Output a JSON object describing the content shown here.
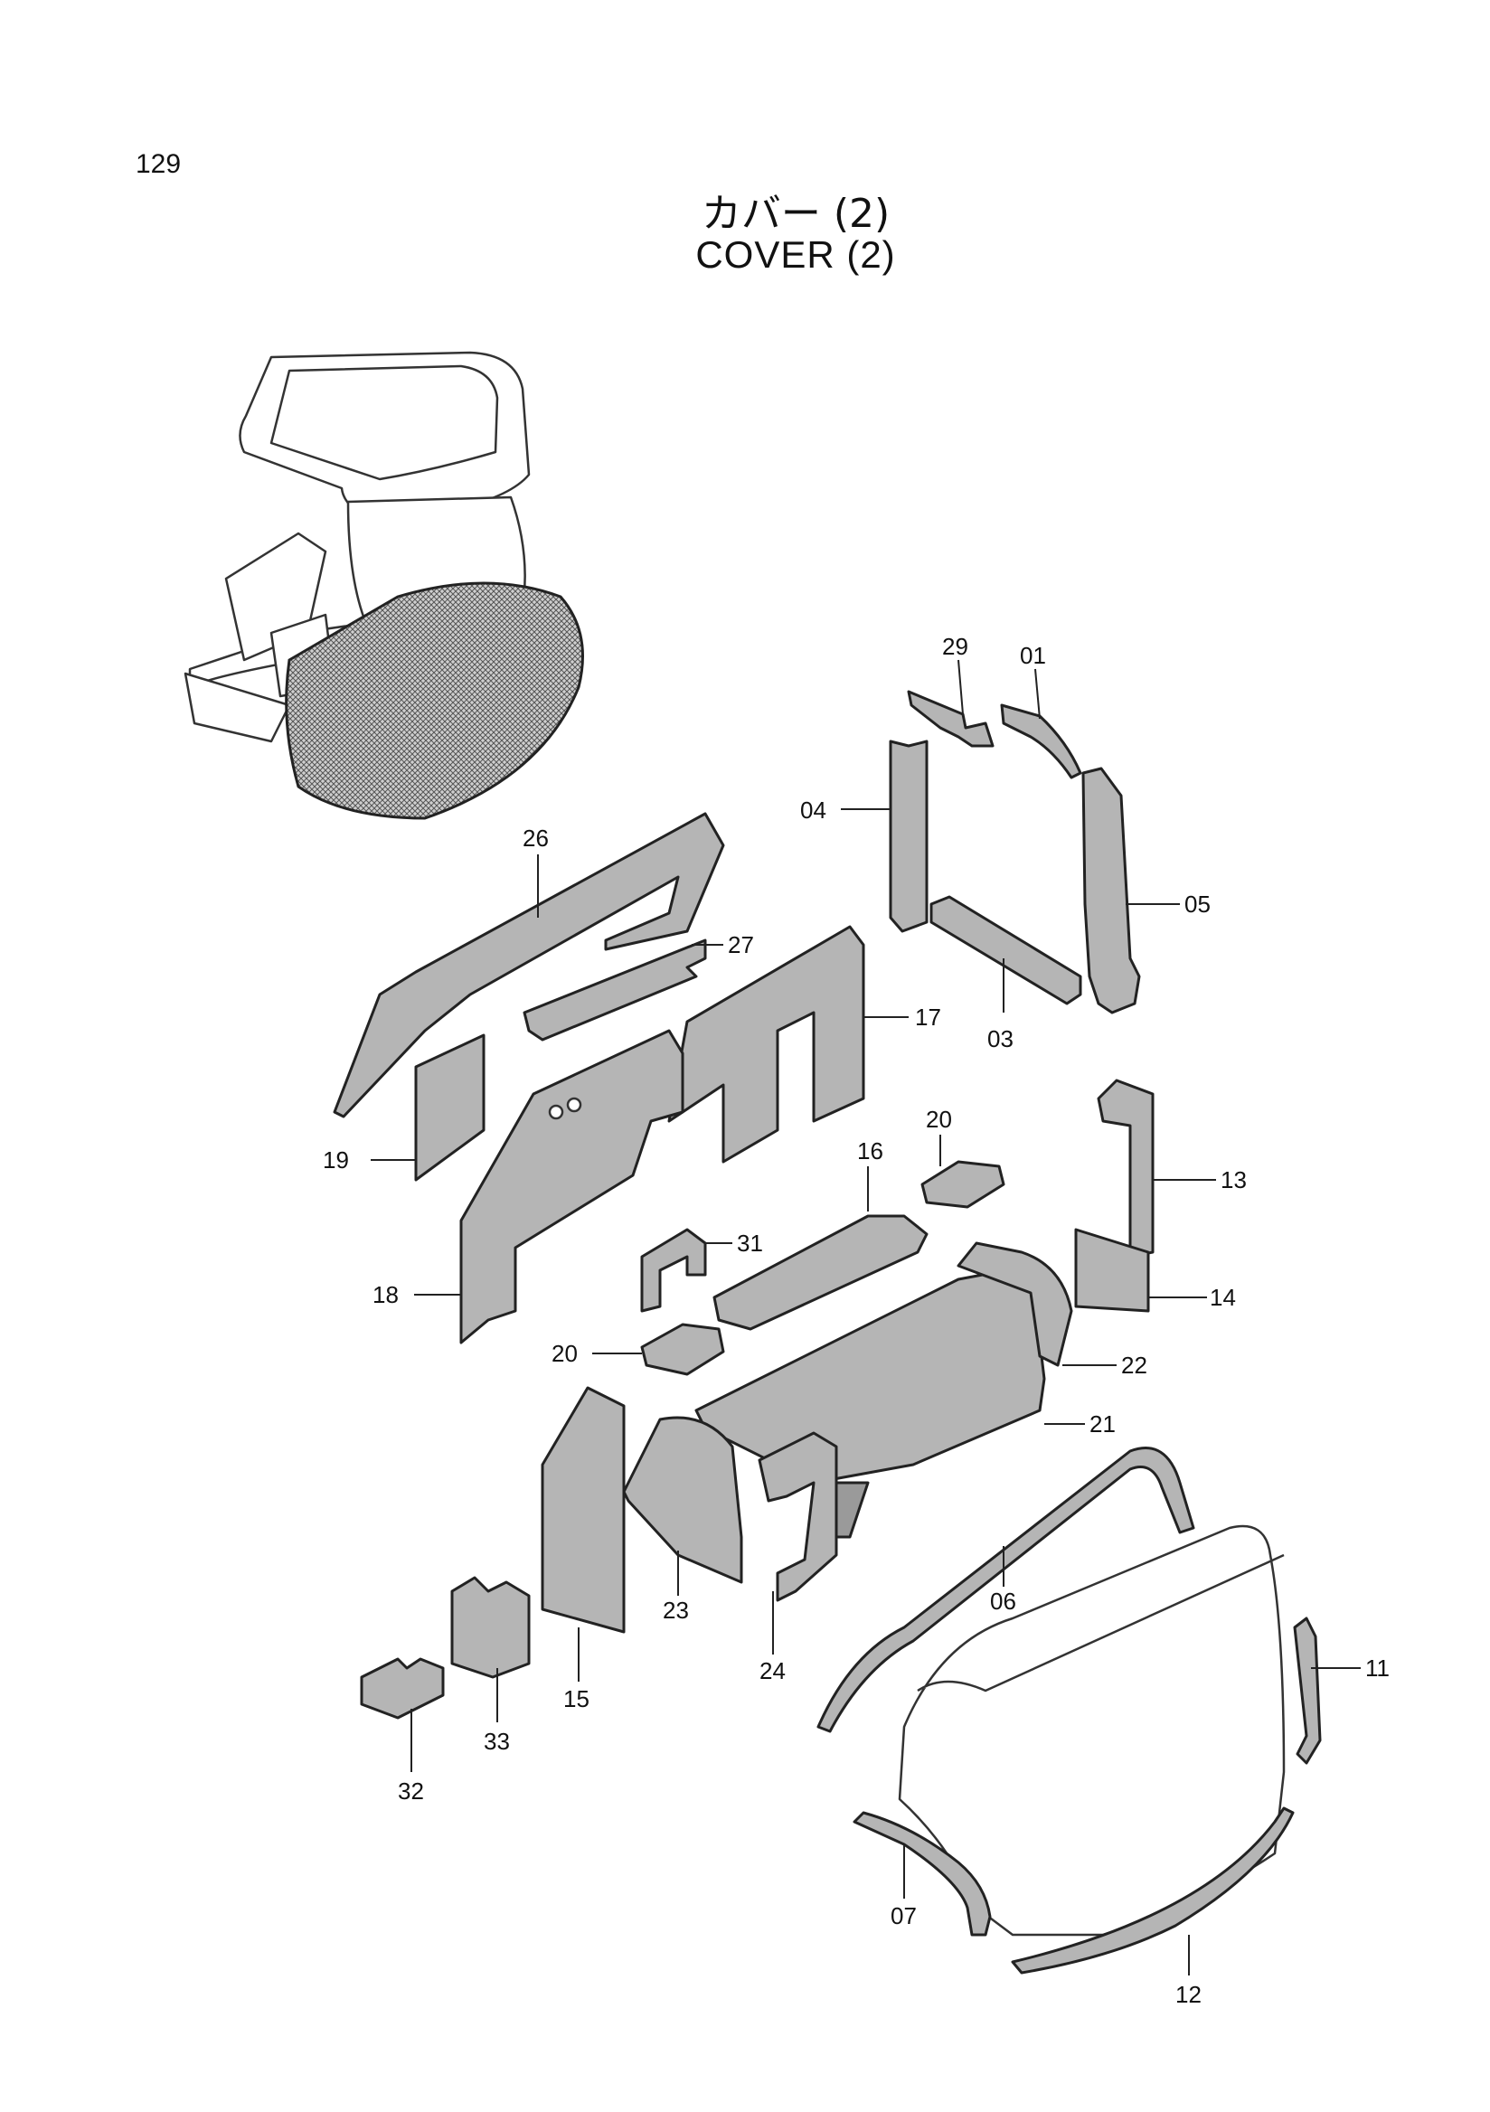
{
  "page_number": "129",
  "title_jp": "カバー (2)",
  "title_en": "COVER (2)",
  "callouts": {
    "p01": "01",
    "p03": "03",
    "p04": "04",
    "p05": "05",
    "p06": "06",
    "p07": "07",
    "p11": "11",
    "p12": "12",
    "p13": "13",
    "p14": "14",
    "p15": "15",
    "p16": "16",
    "p17": "17",
    "p18": "18",
    "p19": "19",
    "p20a": "20",
    "p20b": "20",
    "p21": "21",
    "p22": "22",
    "p23": "23",
    "p24": "24",
    "p26": "26",
    "p27": "27",
    "p29": "29",
    "p31": "31",
    "p32": "32",
    "p33": "33"
  }
}
